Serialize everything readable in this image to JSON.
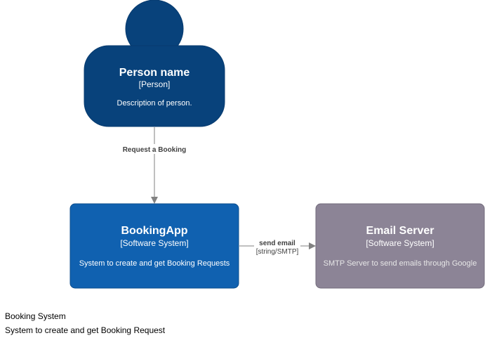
{
  "person": {
    "name": "Person name",
    "type": "[Person]",
    "description": "Description of person.",
    "color": "#08427b"
  },
  "booking_app": {
    "name": "BookingApp",
    "type": "[Software System]",
    "description": "System to create and get Booking Requests",
    "color": "#1061b0"
  },
  "email_server": {
    "name": "Email Server",
    "type": "[Software System]",
    "description": "SMTP Server to send emails through Google",
    "color": "#8c8496"
  },
  "relationships": {
    "request_booking": {
      "label": "Request a Booking"
    },
    "send_email": {
      "label": "send email",
      "technology": "[string/SMTP]"
    }
  },
  "footer": {
    "title": "Booking System",
    "description": "System to create and get Booking Request"
  },
  "colors": {
    "arrow": "#828282",
    "text_light": "#ffffff",
    "text_muted": "#e6e6e6"
  }
}
